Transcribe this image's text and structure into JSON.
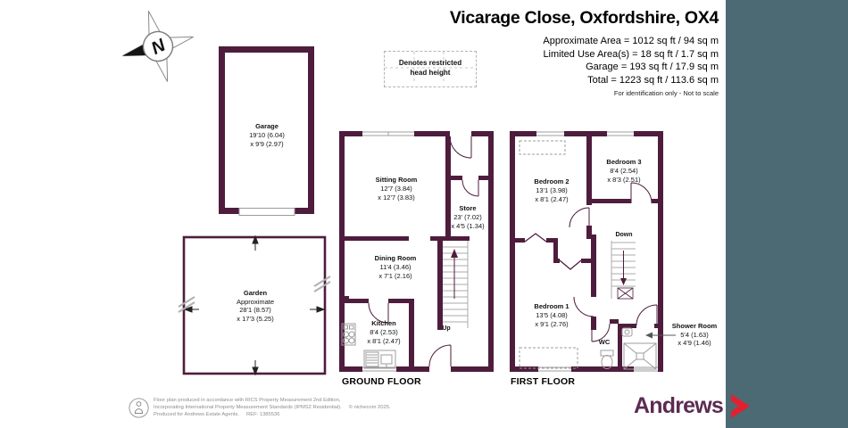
{
  "header": {
    "title": "Vicarage Close, Oxfordshire, OX4",
    "area_lines": [
      "Approximate Area = 1012 sq ft / 94 sq m",
      "Limited Use Area(s) = 18 sq ft / 1.7 sq m",
      "Garage = 193 sq ft / 17.9 sq m",
      "Total = 1223 sq ft / 113.6 sq m"
    ],
    "note": "For identification only - Not to scale"
  },
  "legend": {
    "line1": "Denotes restricted",
    "line2": "head height"
  },
  "compass": {
    "letter": "N"
  },
  "garage": {
    "name": "Garage",
    "dim1": "19'10 (6.04)",
    "dim2": "x 9'9 (2.97)"
  },
  "garden": {
    "name": "Garden",
    "note": "Approximate",
    "dim1": "28'1 (8.57)",
    "dim2": "x 17'3 (5.25)"
  },
  "ground_floor": {
    "label": "GROUND FLOOR",
    "sitting_room": {
      "name": "Sitting Room",
      "dim1": "12'7 (3.84)",
      "dim2": "x 12'7 (3.83)"
    },
    "dining_room": {
      "name": "Dining Room",
      "dim1": "11'4 (3.46)",
      "dim2": "x 7'1 (2.16)"
    },
    "kitchen": {
      "name": "Kitchen",
      "dim1": "8'4 (2.53)",
      "dim2": "x 8'1 (2.47)"
    },
    "store": {
      "name": "Store",
      "dim1": "23' (7.02)",
      "dim2": "x 4'5 (1.34)"
    },
    "stairs_label": "Up"
  },
  "first_floor": {
    "label": "FIRST FLOOR",
    "bedroom1": {
      "name": "Bedroom 1",
      "dim1": "13'5 (4.08)",
      "dim2": "x 9'1 (2.76)"
    },
    "bedroom2": {
      "name": "Bedroom 2",
      "dim1": "13'1 (3.98)",
      "dim2": "x 8'1 (2.47)"
    },
    "bedroom3": {
      "name": "Bedroom 3",
      "dim1": "8'4 (2.54)",
      "dim2": "x 8'3 (2.51)"
    },
    "wc_label": "WC",
    "shower_room": {
      "name": "Shower Room",
      "dim1": "5'4 (1.63)",
      "dim2": "x 4'9 (1.46)"
    },
    "stairs_label": "Down"
  },
  "footer": {
    "line1": "Floor plan produced in accordance with RICS Property Measurement 2nd Edition,",
    "line2": "Incorporating International Property Measurement Standards (IPMS2 Residential).",
    "copyright": "© nichecom 2025.",
    "line3": "Produced for Andrews Estate Agents.",
    "ref": "REF: 1385536"
  },
  "brand": {
    "name": "Andrews"
  },
  "colors": {
    "wall": "#4e1d3d",
    "brand_purple": "#5c2b52",
    "accent_red": "#e41f2e",
    "sidebar_teal": "#4b6a73"
  }
}
